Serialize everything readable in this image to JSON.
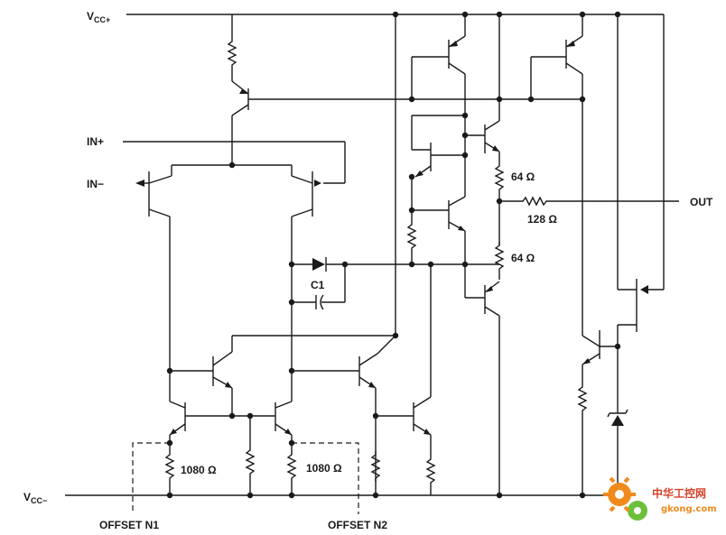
{
  "supply": {
    "vcc_plus": "V",
    "vcc_plus_sub": "CC+",
    "vcc_minus": "V",
    "vcc_minus_sub": "CC−"
  },
  "inputs": {
    "in_plus": "IN+",
    "in_minus": "IN−"
  },
  "output": {
    "out": "OUT"
  },
  "components": {
    "r_top": "64 Ω",
    "r_series": "128 Ω",
    "r_bottom": "64 Ω",
    "cap": "C1",
    "r_offset_left": "1080 Ω",
    "r_offset_right": "1080 Ω"
  },
  "offsets": {
    "n1": "OFFSET N1",
    "n2": "OFFSET N2"
  },
  "watermark": {
    "cn": "中华工控网",
    "site": "gkong.com",
    "colors": {
      "orange": "#f08a1c",
      "green": "#6cbf3a",
      "red": "#d6402a"
    }
  }
}
